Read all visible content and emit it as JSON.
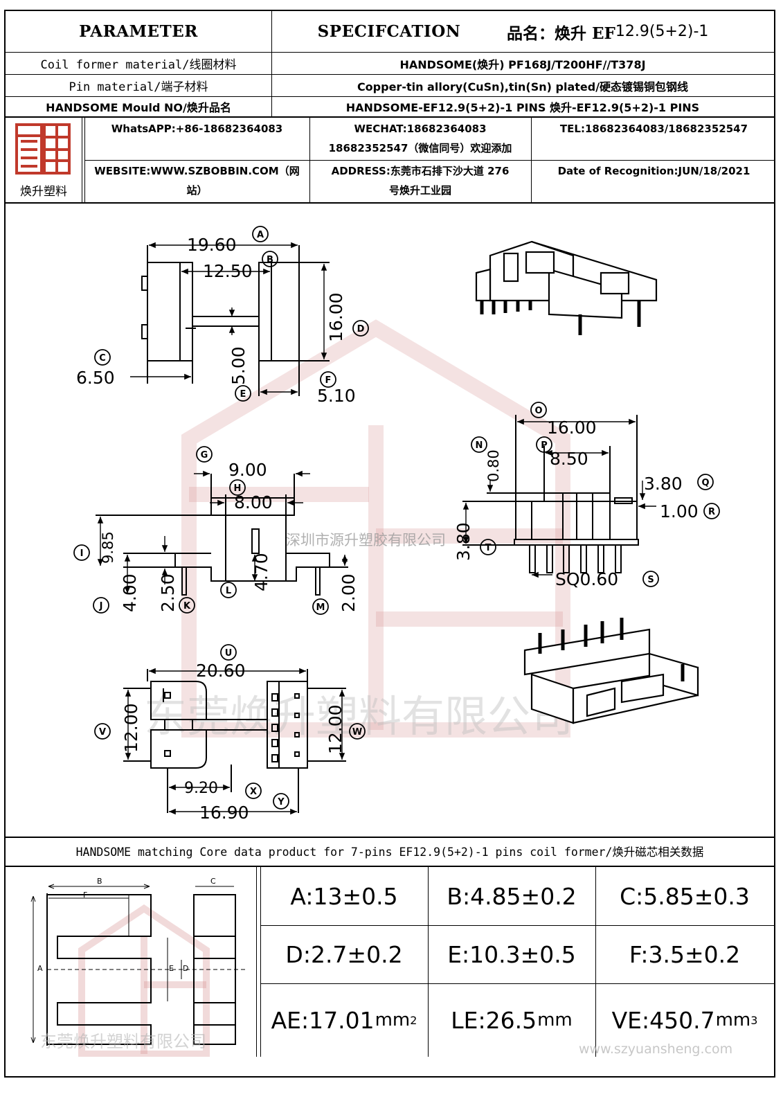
{
  "header": {
    "parameter": "PARAMETER",
    "specification": "SPECIFCATION",
    "product_name_label": "品名：焕升 EF",
    "product_name_value": "12.9(5+2)-1"
  },
  "rows": {
    "coil_former_label": "Coil former material/线圈材料",
    "coil_former_value": "HANDSOME(焕升)  PF168J/T200HF//T378J",
    "pin_material_label": "Pin material/端子材料",
    "pin_material_value": "Copper-tin allory(CuSn),tin(Sn) plated/硬态镀锡铜包钢线",
    "mould_label": "HANDSOME Mould NO/焕升品名",
    "mould_value": "HANDSOME-EF12.9(5+2)-1 PINS   焕升-EF12.9(5+2)-1 PINS"
  },
  "company": {
    "logo_text": "焕升塑料",
    "whatsapp": "WhatsAPP:+86-18682364083",
    "wechat_line1": "WECHAT:18682364083",
    "wechat_line2": "18682352547（微信同号）欢迎添加",
    "tel": "TEL:18682364083/18682352547",
    "website_line1": "WEBSITE:WWW.SZBOBBIN.COM（网",
    "website_line2": "站）",
    "address_line1": "ADDRESS:东莞市石排下沙大道 276",
    "address_line2": "号焕升工业园",
    "date": "Date of Recognition:JUN/18/2021"
  },
  "drawing": {
    "dims": {
      "A": "19.60",
      "B": "12.50",
      "C": "6.50",
      "D": "16.00",
      "E": "5.00",
      "F": "5.10",
      "G": "9.00",
      "H": "8.00",
      "I": "9.85",
      "J": "4.00",
      "K": "2.50",
      "L": "4.70",
      "M": "2.00",
      "N": "0.80",
      "O": "16.00",
      "P": "8.50",
      "Q": "3.80",
      "R": "1.00",
      "S": "SQ0.60",
      "T": "3.80",
      "U": "20.60",
      "V": "12.00",
      "W": "12.00",
      "X": "9.20",
      "Y": "16.90"
    },
    "markers": [
      "A",
      "B",
      "C",
      "D",
      "E",
      "F",
      "G",
      "H",
      "I",
      "J",
      "K",
      "L",
      "M",
      "N",
      "O",
      "P",
      "Q",
      "R",
      "S",
      "T",
      "U",
      "V",
      "W",
      "X",
      "Y"
    ],
    "watermark_center": "深圳市源升塑胶有限公司",
    "watermark_large": "东莞焕升塑料有限公司"
  },
  "core_section": {
    "title": "HANDSOME matching Core data  product for 7-pins EF12.9(5+2)-1 pins coil former/焕升磁芯相关数据",
    "diagram_labels": {
      "a": "A",
      "b": "B",
      "c": "C",
      "d": "D",
      "e": "E",
      "f": "F"
    },
    "watermark": "东莞焕升塑料有限公司",
    "specs": [
      {
        "label": "A:13±0.5"
      },
      {
        "label": "B:4.85±0.2"
      },
      {
        "label": "C:5.85±0.3"
      },
      {
        "label": "D:2.7±0.2"
      },
      {
        "label": "E:10.3±0.5"
      },
      {
        "label": "F:3.5±0.2"
      }
    ],
    "ae": {
      "value": "AE:17.01",
      "unit": "mm",
      "exp": "2"
    },
    "le": {
      "value": "LE:26.5",
      "unit": "mm"
    },
    "ve": {
      "value": "VE:450.7",
      "unit": "mm",
      "exp": "3"
    },
    "website_watermark": "www.szyuansheng.com"
  },
  "colors": {
    "logo_red": "#c0392b",
    "watermark_red": "#d8a0a0",
    "line": "#000000"
  }
}
